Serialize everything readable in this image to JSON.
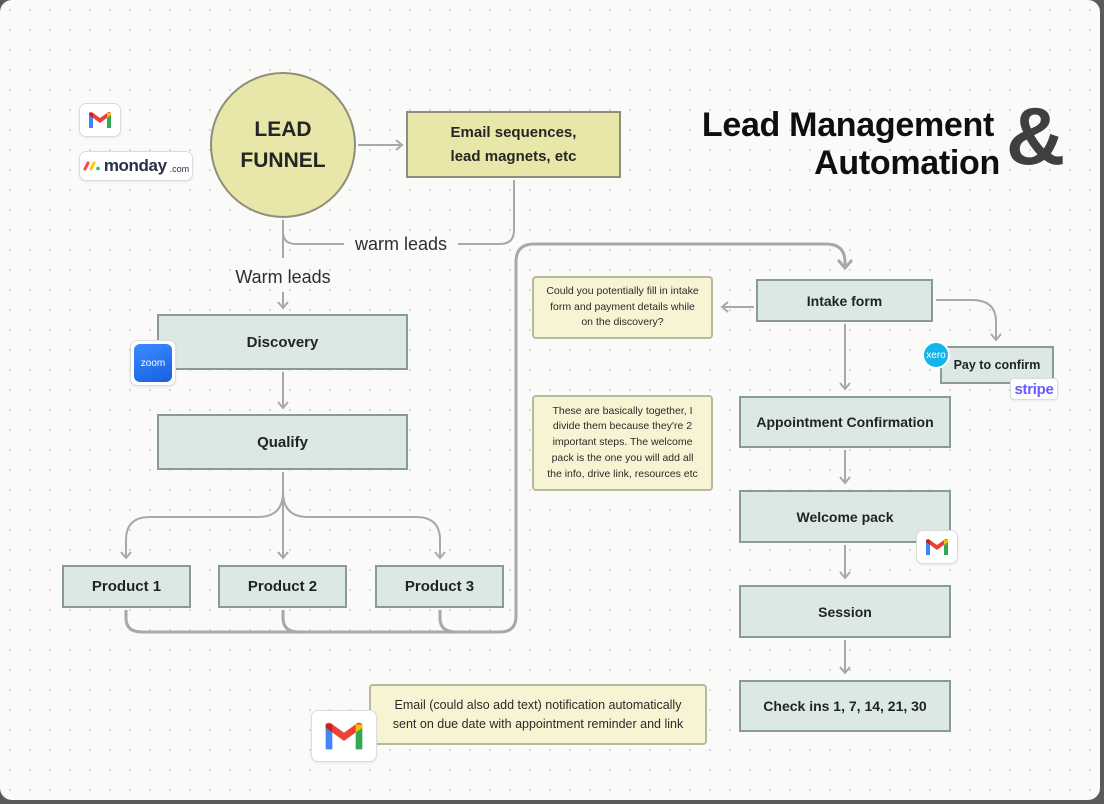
{
  "title": {
    "line1": "Lead Management",
    "line2": "Automation",
    "amp": "&"
  },
  "funnel": {
    "line1": "LEAD",
    "line2": "FUNNEL"
  },
  "nodes": {
    "email_sequences": {
      "line1": "Email sequences,",
      "line2": "lead magnets, etc"
    },
    "discovery": "Discovery",
    "qualify": "Qualify",
    "product1": "Product 1",
    "product2": "Product 2",
    "product3": "Product 3",
    "intake_form": "Intake form",
    "pay_to_confirm": "Pay to confirm",
    "appointment_confirmation": "Appointment Confirmation",
    "welcome_pack": "Welcome pack",
    "session": "Session",
    "check_ins": "Check ins 1, 7, 14, 21, 30"
  },
  "labels": {
    "warm_leads_edge": "warm leads",
    "warm_leads": "Warm leads"
  },
  "notes": {
    "intake_note": "Could you potentially fill in intake form and payment details while on the discovery?",
    "together_note": "These are basically together, I divide them because they're 2 important steps. The welcome pack is the one you will add all the info, drive link, resources etc",
    "email_note": "Email (could also add text) notification automatically sent on due date with appointment reminder and link"
  },
  "logos": {
    "monday": "monday",
    "monday_suffix": ".com",
    "zoom": "zoom",
    "xero": "xero",
    "stripe": "stripe"
  },
  "colors": {
    "box_fill": "#dce8e4",
    "note_fill": "#f7f4d4",
    "funnel_fill": "#e8e6a8",
    "connector": "#a8a8a8"
  },
  "icons": [
    "gmail-icon",
    "monday-logo",
    "zoom-icon",
    "xero-icon",
    "stripe-logo"
  ]
}
